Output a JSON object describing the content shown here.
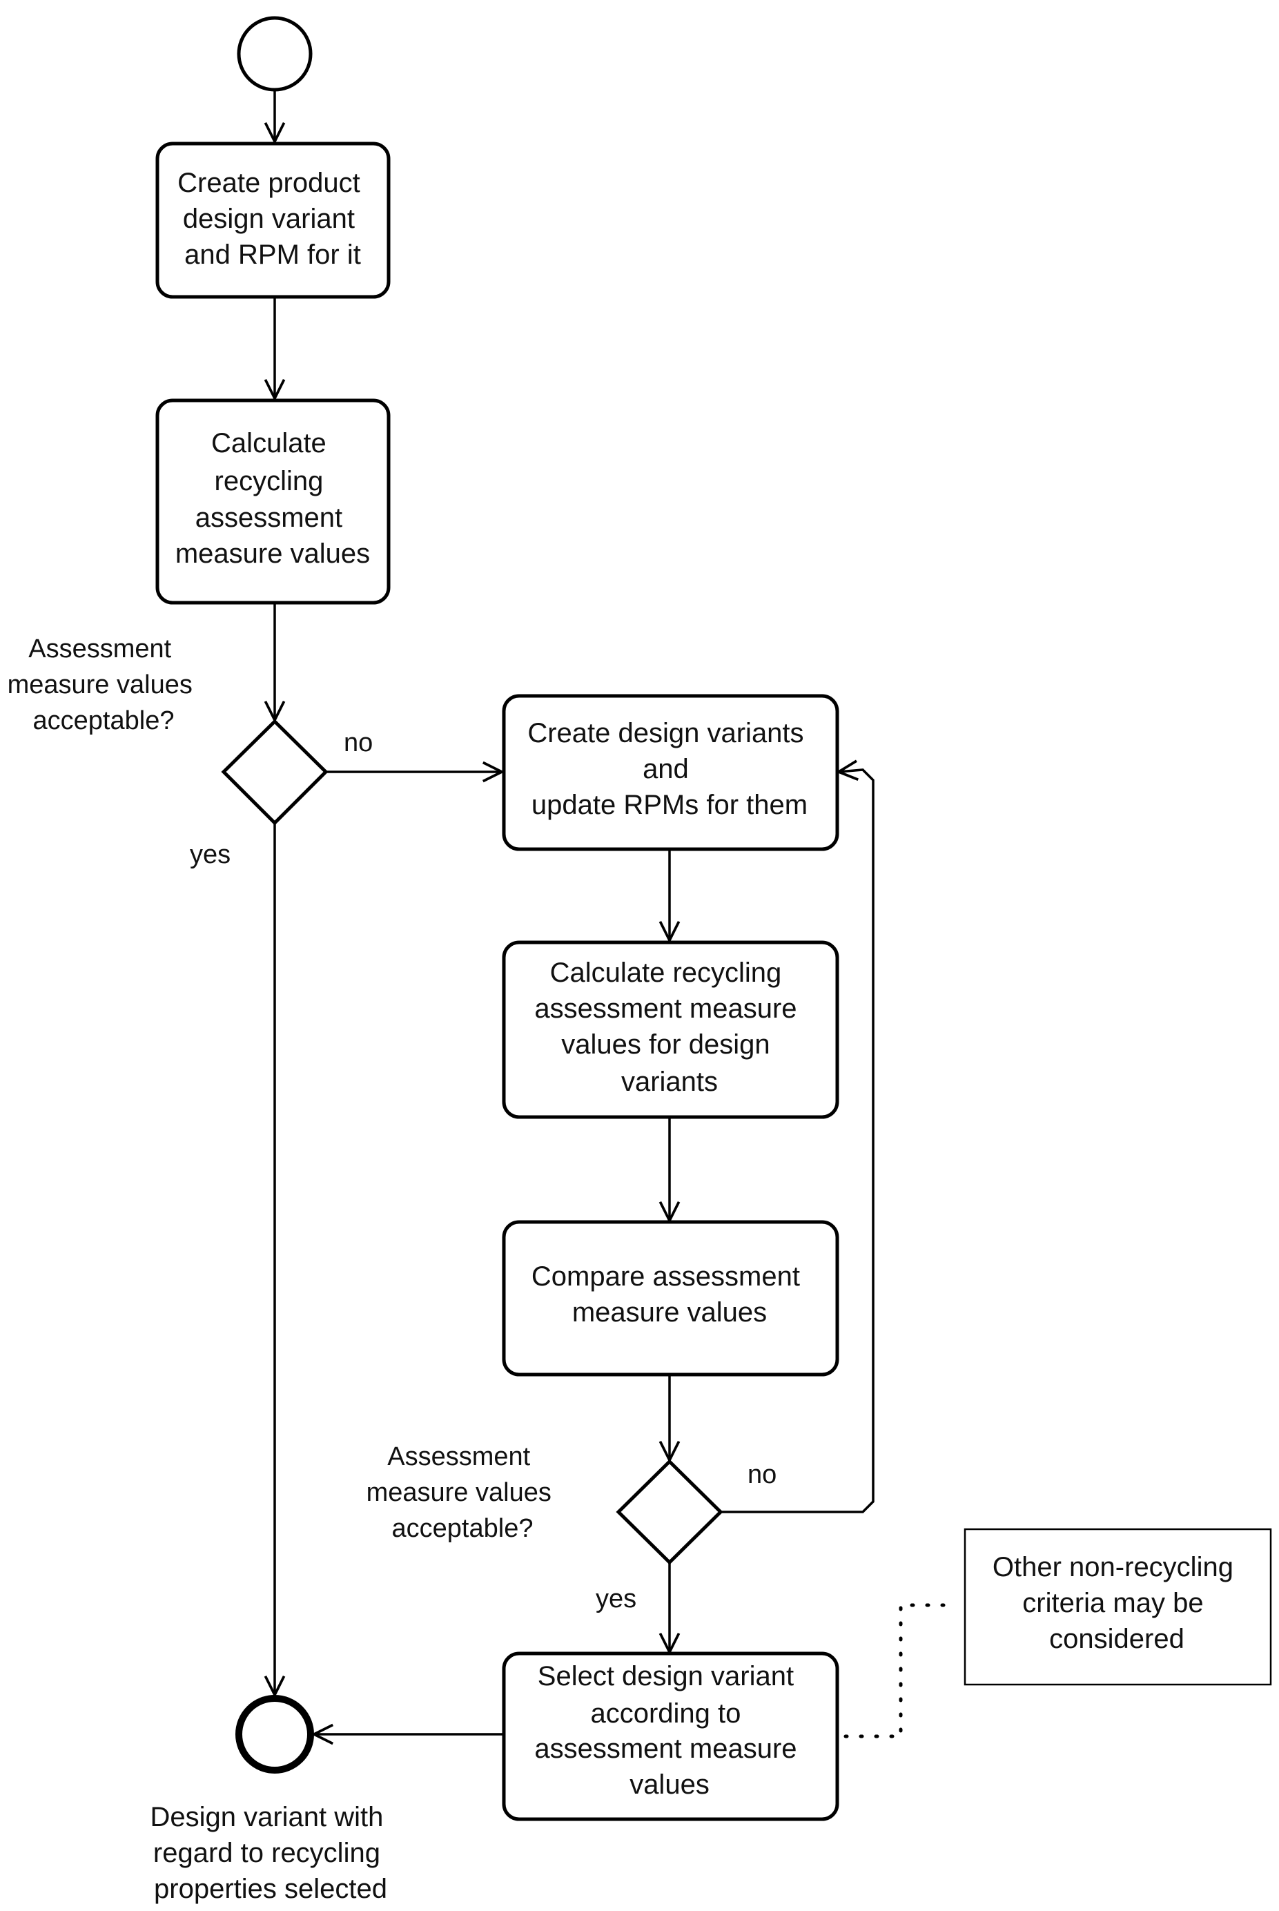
{
  "nodes": {
    "start": {},
    "create_variant": {
      "lines": [
        "Create product",
        "design variant",
        "and RPM for it"
      ]
    },
    "calc_values": {
      "lines": [
        "Calculate",
        "recycling",
        "assessment",
        "measure values"
      ]
    },
    "decision1": {
      "question": [
        "Assessment",
        "measure values",
        "acceptable?"
      ]
    },
    "create_variants": {
      "lines": [
        "Create design variants",
        "and",
        "update RPMs for  them"
      ]
    },
    "calc_values_variants": {
      "lines": [
        "Calculate  recycling",
        "assessment measure",
        "values for design",
        "variants"
      ]
    },
    "compare": {
      "lines": [
        "Compare assessment",
        "measure values"
      ]
    },
    "decision2": {
      "question": [
        "Assessment",
        "measure values",
        "acceptable?"
      ]
    },
    "select": {
      "lines": [
        "Select design variant",
        "according to",
        "assessment measure",
        "values"
      ]
    },
    "note": {
      "lines": [
        "Other non-recycling",
        "criteria may be",
        "considered"
      ]
    },
    "end": {
      "caption": [
        "Design variant with",
        "regard to recycling",
        "properties selected"
      ]
    }
  },
  "edge_labels": {
    "d1_no": "no",
    "d1_yes": "yes",
    "d2_no": "no",
    "d2_yes": "yes"
  }
}
